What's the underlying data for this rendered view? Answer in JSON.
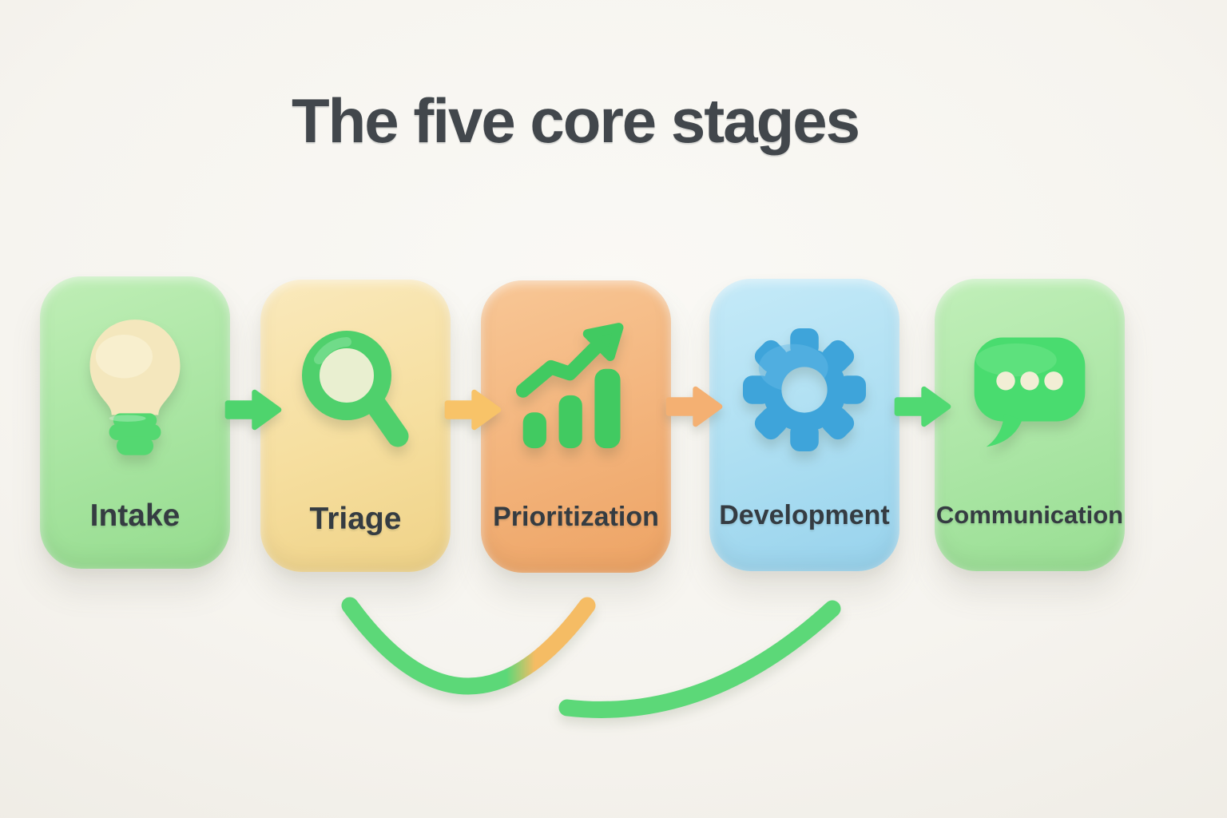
{
  "title": "The five core stages",
  "colors": {
    "background": "#f6f4ef",
    "title_text": "#42474c",
    "label_text": "#353c42"
  },
  "stages": [
    {
      "label": "Intake",
      "icon": "lightbulb-icon",
      "colors": {
        "card": "#a9e5a2",
        "card_light": "#bfeeb6",
        "card_dark": "#95dc8e",
        "icon": "#f4e7bd",
        "icon_light": "#fcf5dc",
        "icon_accent": "#54d871"
      }
    },
    {
      "label": "Triage",
      "icon": "magnifier-icon",
      "colors": {
        "card": "#f6dfa0",
        "card_light": "#fae9bc",
        "card_dark": "#efd287",
        "icon": "#4fd06c",
        "icon_light": "#7fe095",
        "icon_accent": "#e9efd0"
      }
    },
    {
      "label": "Prioritization",
      "icon": "growth-chart-icon",
      "colors": {
        "card": "#f3b47c",
        "card_light": "#f8c796",
        "card_dark": "#eda364",
        "icon": "#41ca61",
        "icon_light": "#6ad982",
        "icon_accent": "#41ca61"
      }
    },
    {
      "label": "Development",
      "icon": "gear-icon",
      "colors": {
        "card": "#aedff2",
        "card_light": "#c5eaf8",
        "card_dark": "#97d2ec",
        "icon": "#3ea4da",
        "icon_light": "#66bbe7",
        "icon_accent": "#3ea4da"
      }
    },
    {
      "label": "Communication",
      "icon": "chat-bubble-icon",
      "colors": {
        "card": "#ace6a6",
        "card_light": "#c1efb9",
        "card_dark": "#98de92",
        "icon": "#49dc6f",
        "icon_light": "#75e68f",
        "icon_accent": "#f2eed5"
      }
    }
  ],
  "connectors": [
    {
      "name": "arrow-intake-to-triage",
      "color": "#4ed46d"
    },
    {
      "name": "arrow-triage-to-prioritization",
      "color": "#f8c368"
    },
    {
      "name": "arrow-prioritization-to-development",
      "color": "#f4b072"
    },
    {
      "name": "arrow-development-to-communication",
      "color": "#50d972"
    }
  ],
  "decorations": {
    "left_swoosh": {
      "green": "#5cd878",
      "orange": "#f5bc64"
    },
    "right_swoosh": {
      "green": "#5cd878"
    }
  }
}
